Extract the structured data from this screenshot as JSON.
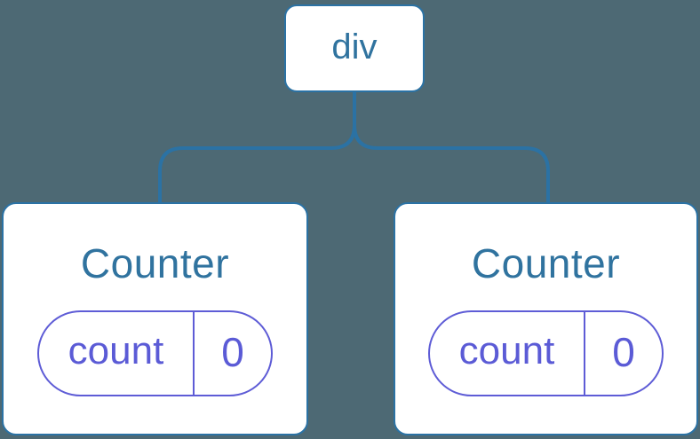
{
  "diagram": {
    "description": "component tree: parent div with two Counter children, each holding isolated state",
    "root": {
      "label": "div"
    },
    "children": [
      {
        "title": "Counter",
        "state": {
          "name": "count",
          "value": "0"
        }
      },
      {
        "title": "Counter",
        "state": {
          "name": "count",
          "value": "0"
        }
      }
    ]
  },
  "colors": {
    "background": "#4d6974",
    "line": "#2b72a4",
    "node_border": "#2b72a4",
    "node_text": "#30739f",
    "card_bg": "#ffffff",
    "state_border": "#5e5cd6",
    "state_text": "#5b5bd6"
  }
}
